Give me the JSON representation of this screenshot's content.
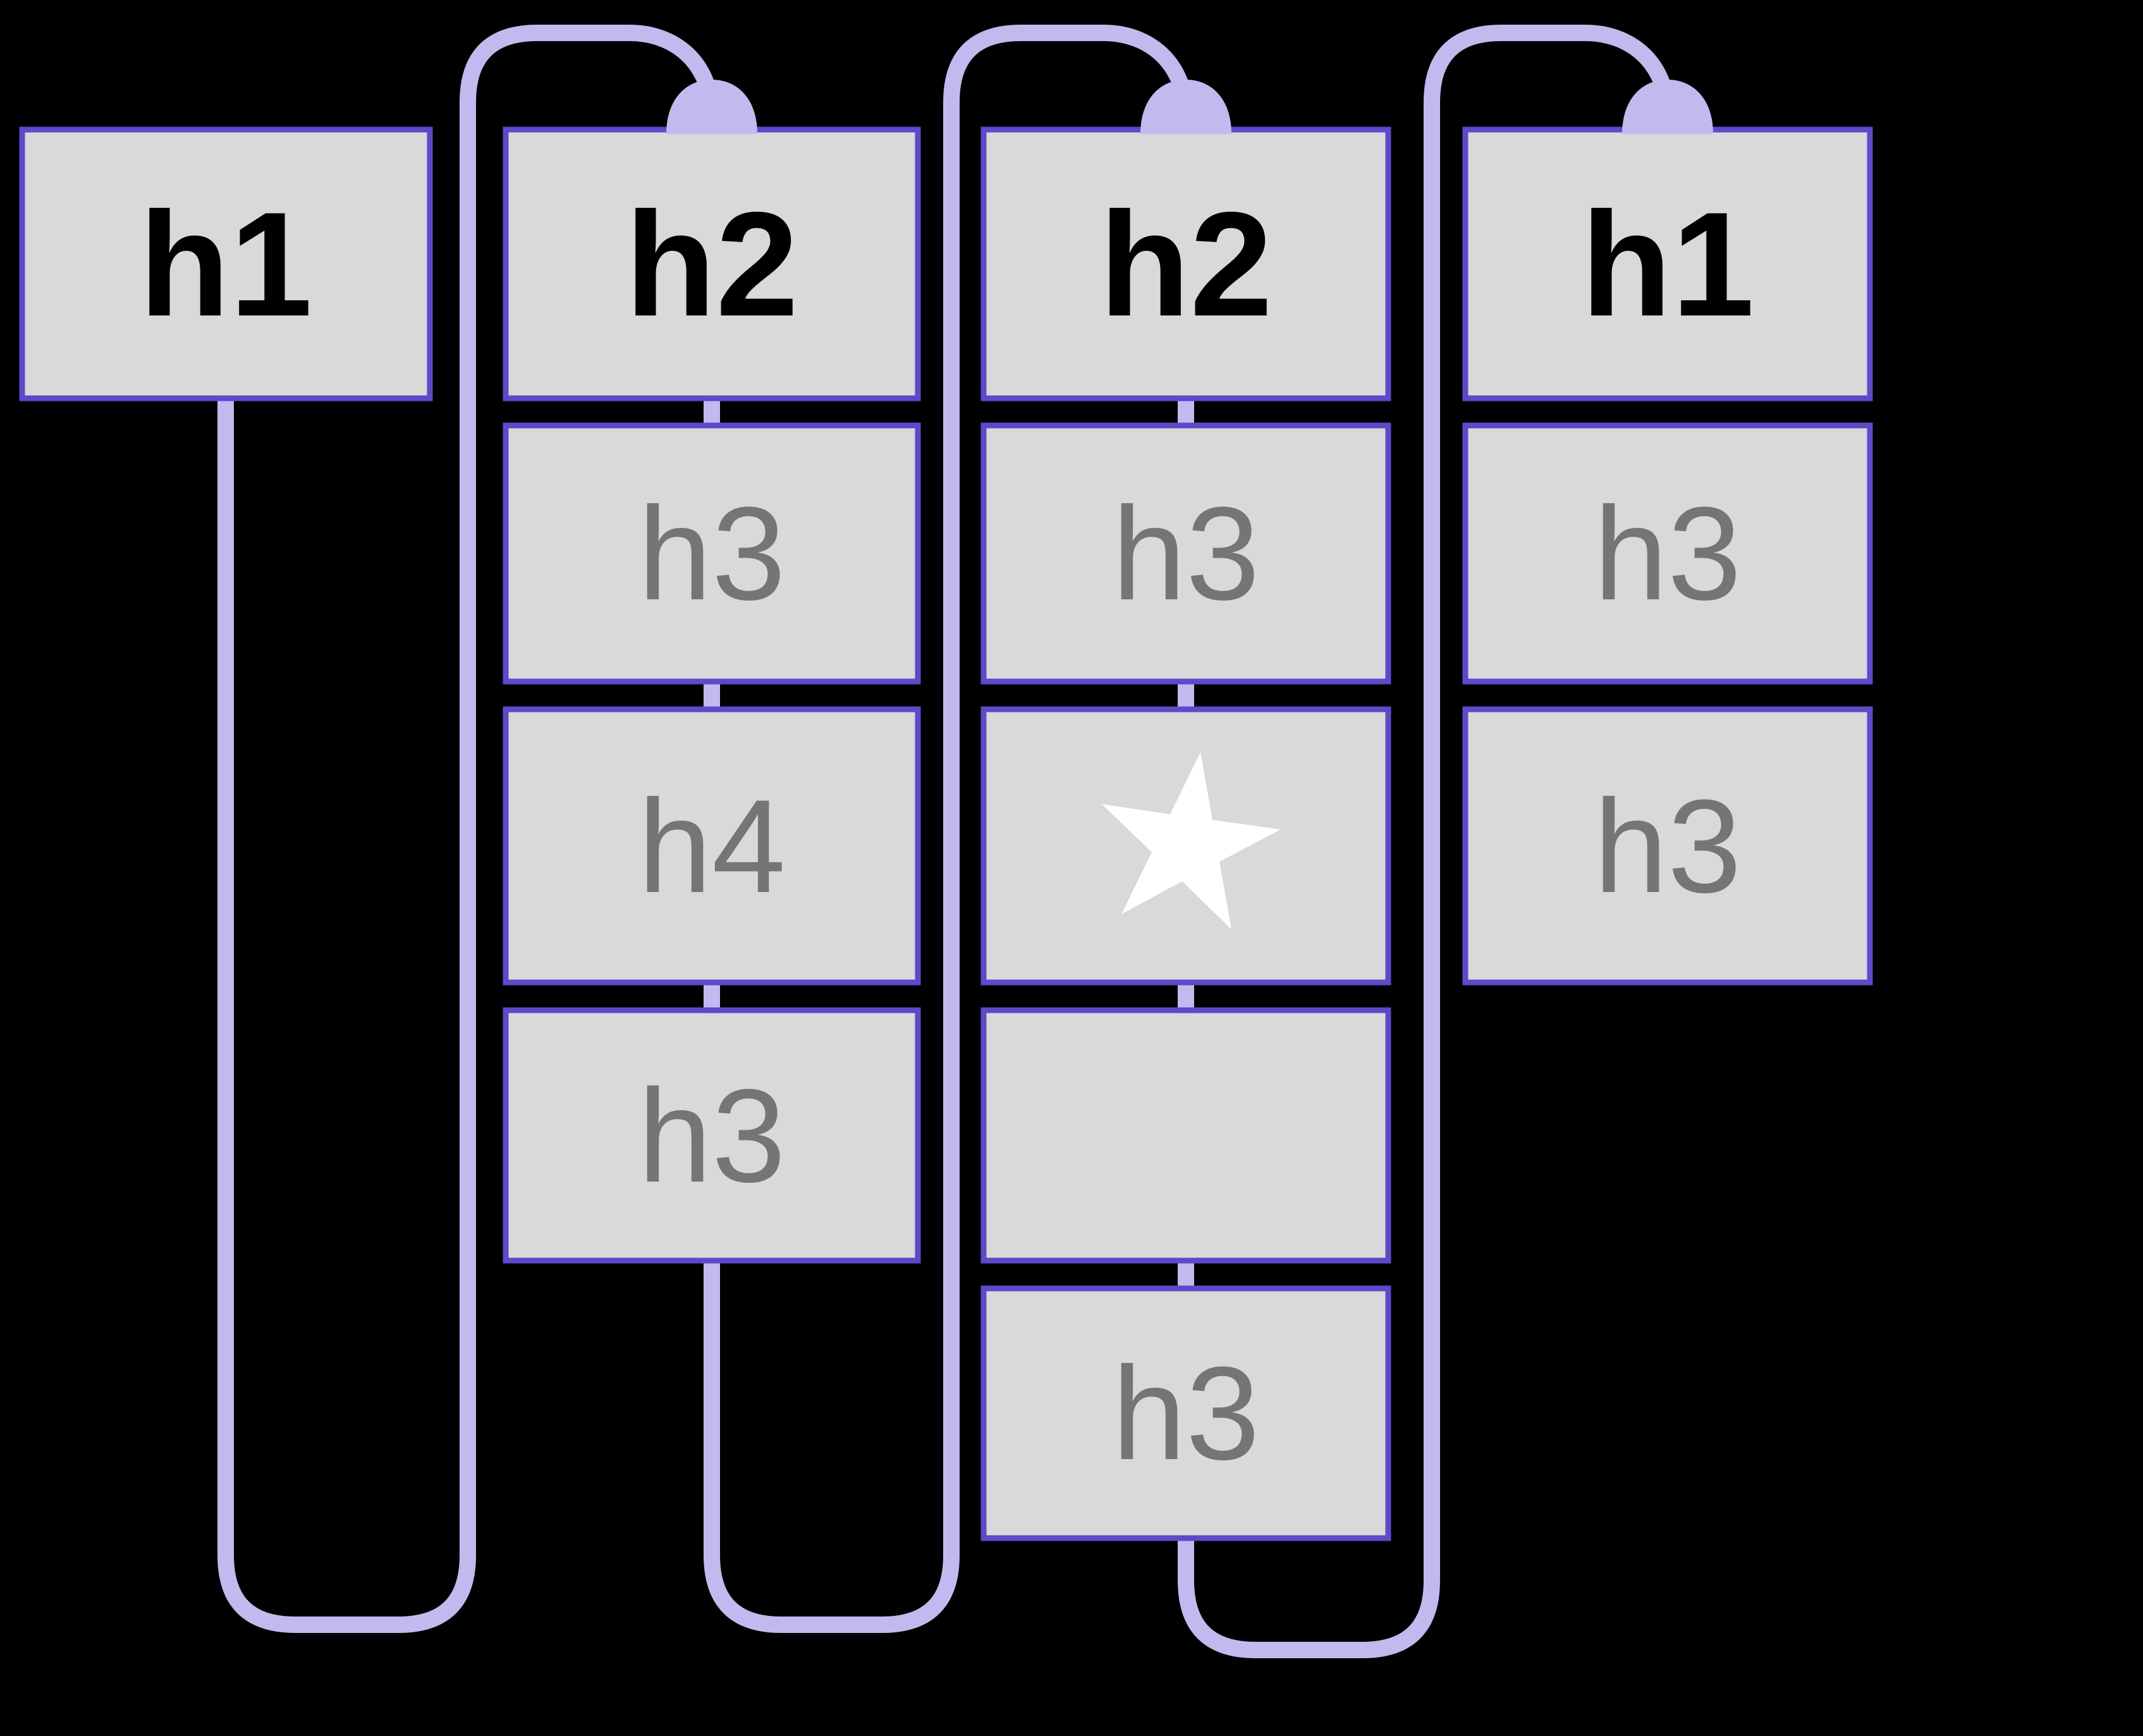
{
  "diagram": {
    "description": "heading-order flow diagram",
    "background": "#000000",
    "colors": {
      "box_fill": "#D9D9D9",
      "box_border": "#5B4AC9",
      "flow_line": "#C4B9EE",
      "entry_dot": "#C4B9EE",
      "heading_primary_text": "#000000",
      "heading_secondary_text": "#757575",
      "star": "#FFFFFF"
    },
    "columns": [
      {
        "name": "column-1",
        "boxes": [
          {
            "label": "h1",
            "emphasis": "strong"
          }
        ]
      },
      {
        "name": "column-2",
        "boxes": [
          {
            "label": "h2",
            "emphasis": "strong"
          },
          {
            "label": "h3",
            "emphasis": "muted"
          },
          {
            "label": "h4",
            "emphasis": "muted"
          },
          {
            "label": "h3",
            "emphasis": "muted"
          }
        ]
      },
      {
        "name": "column-3",
        "boxes": [
          {
            "label": "h2",
            "emphasis": "strong"
          },
          {
            "label": "h3",
            "emphasis": "muted"
          },
          {
            "label": "",
            "icon": "star-icon"
          },
          {
            "label": ""
          },
          {
            "label": "h3",
            "emphasis": "muted"
          }
        ]
      },
      {
        "name": "column-4",
        "boxes": [
          {
            "label": "h1",
            "emphasis": "strong"
          },
          {
            "label": "h3",
            "emphasis": "muted"
          },
          {
            "label": "h3",
            "emphasis": "muted"
          }
        ]
      }
    ]
  }
}
